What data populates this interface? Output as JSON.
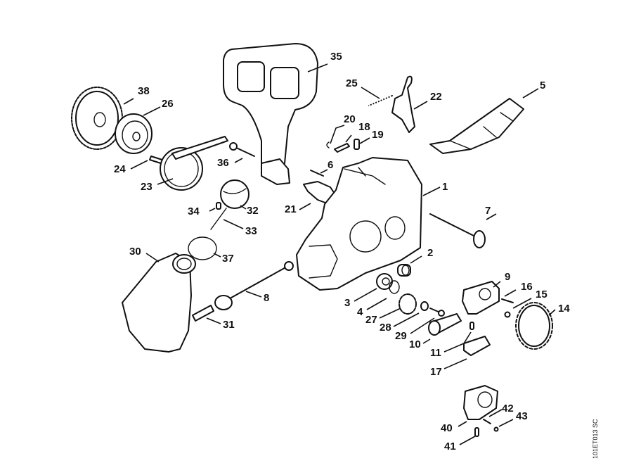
{
  "diagram": {
    "type": "exploded-parts-view",
    "reference_code": "101ET013 SC",
    "callouts": [
      {
        "id": "c1",
        "label": "1"
      },
      {
        "id": "c2",
        "label": "2"
      },
      {
        "id": "c3",
        "label": "3"
      },
      {
        "id": "c4",
        "label": "4"
      },
      {
        "id": "c5",
        "label": "5"
      },
      {
        "id": "c6",
        "label": "6"
      },
      {
        "id": "c7",
        "label": "7"
      },
      {
        "id": "c8",
        "label": "8"
      },
      {
        "id": "c9",
        "label": "9"
      },
      {
        "id": "c10",
        "label": "10"
      },
      {
        "id": "c11",
        "label": "11"
      },
      {
        "id": "c14",
        "label": "14"
      },
      {
        "id": "c15",
        "label": "15"
      },
      {
        "id": "c16",
        "label": "16"
      },
      {
        "id": "c17",
        "label": "17"
      },
      {
        "id": "c18",
        "label": "18"
      },
      {
        "id": "c19",
        "label": "19"
      },
      {
        "id": "c20",
        "label": "20"
      },
      {
        "id": "c21",
        "label": "21"
      },
      {
        "id": "c22",
        "label": "22"
      },
      {
        "id": "c23",
        "label": "23"
      },
      {
        "id": "c24",
        "label": "24"
      },
      {
        "id": "c25",
        "label": "25"
      },
      {
        "id": "c26",
        "label": "26"
      },
      {
        "id": "c27",
        "label": "27"
      },
      {
        "id": "c28",
        "label": "28"
      },
      {
        "id": "c29",
        "label": "29"
      },
      {
        "id": "c30",
        "label": "30"
      },
      {
        "id": "c31",
        "label": "31"
      },
      {
        "id": "c32",
        "label": "32"
      },
      {
        "id": "c33",
        "label": "33"
      },
      {
        "id": "c34",
        "label": "34"
      },
      {
        "id": "c35",
        "label": "35"
      },
      {
        "id": "c36",
        "label": "36"
      },
      {
        "id": "c37",
        "label": "37"
      },
      {
        "id": "c38",
        "label": "38"
      },
      {
        "id": "c40",
        "label": "40"
      },
      {
        "id": "c41",
        "label": "41"
      },
      {
        "id": "c42",
        "label": "42"
      },
      {
        "id": "c43",
        "label": "43"
      }
    ]
  }
}
